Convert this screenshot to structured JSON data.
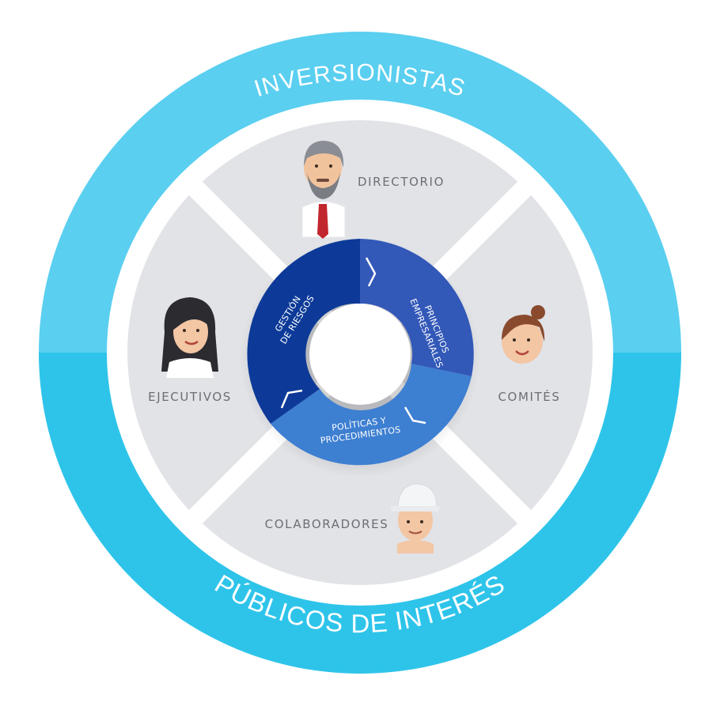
{
  "outer_ring": {
    "top_label": "INVERSIONISTAS",
    "bottom_label": "PÚBLICOS DE INTERÉS",
    "color_top": "#5acff0",
    "color_bottom": "#2ec4ea"
  },
  "quadrants": {
    "top": "DIRECTORIO",
    "right": "COMITÉS",
    "bottom": "COLABORADORES",
    "left": "EJECUTIVOS",
    "color": "#e1e3e7"
  },
  "inner_ring": {
    "segment_1": "GESTIÓN DE RIESGOS",
    "segment_1_line_1": "GESTIÓN",
    "segment_1_line_2": "DE RIESGOS",
    "segment_2_line_1": "PRINCIPIOS",
    "segment_2_line_2": "EMPRESARIALES",
    "segment_3_line_1": "POLÍTICAS Y",
    "segment_3_line_2": "PROCEDIMIENTOS",
    "colors": [
      "#0d3a98",
      "#3258b8",
      "#3d7fd1"
    ]
  },
  "people": {
    "top": "businessman-icon",
    "right": "woman-bun-icon",
    "bottom": "worker-helmet-icon",
    "left": "executive-woman-icon"
  }
}
